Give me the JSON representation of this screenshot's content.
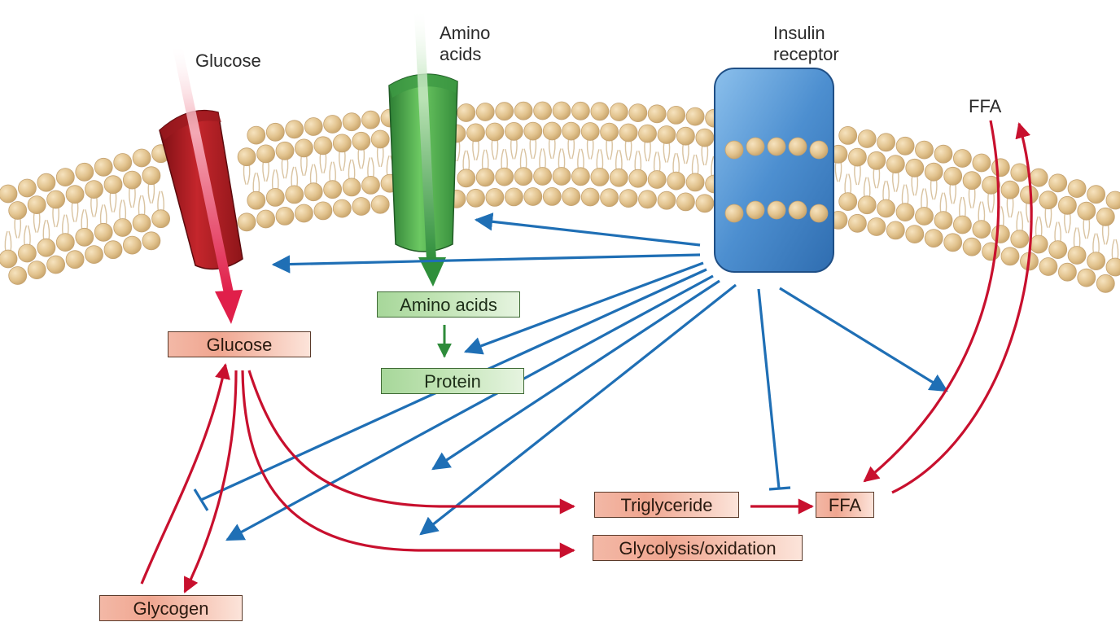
{
  "labels": {
    "glucose_top": "Glucose",
    "amino_top": "Amino\nacids",
    "insulin_receptor": "Insulin\nreceptor",
    "ffa_top": "FFA"
  },
  "boxes": {
    "glucose": "Glucose",
    "amino_acids": "Amino acids",
    "protein": "Protein",
    "triglyceride": "Triglyceride",
    "ffa": "FFA",
    "glycolysis": "Glycolysis/oxidation",
    "glycogen": "Glycogen"
  },
  "colors": {
    "insulin_signal": "#1f6fb5",
    "glucose_path": "#c8102e",
    "amino_path": "#2e8b3a",
    "membrane_head": "#e3c592",
    "glut_transporter": "#b3232a",
    "amino_transporter": "#3aa64a",
    "receptor": "#3b7fc4"
  }
}
